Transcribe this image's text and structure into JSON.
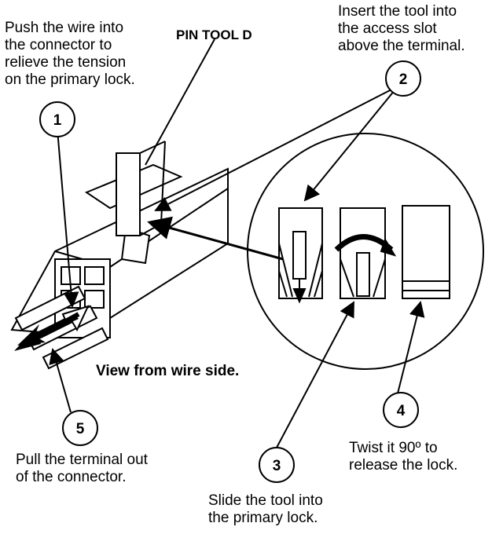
{
  "callouts": {
    "step1": {
      "number": "1",
      "lines": [
        "Push the wire into",
        "the connector to",
        "relieve the tension",
        "on the primary lock."
      ]
    },
    "step2": {
      "number": "2",
      "lines": [
        "Insert the tool into",
        "the access slot",
        "above the terminal."
      ]
    },
    "step3": {
      "number": "3",
      "lines": [
        "Slide the tool into",
        "the primary lock."
      ]
    },
    "step4": {
      "number": "4",
      "lines": [
        "Twist it 90º to",
        "release the lock."
      ]
    },
    "step5": {
      "number": "5",
      "lines": [
        "Pull the terminal out",
        "of the connector."
      ]
    }
  },
  "labels": {
    "tool_name": "PIN TOOL D",
    "view_caption": "View from wire side."
  },
  "colors": {
    "line": "#000000",
    "background": "#ffffff"
  }
}
